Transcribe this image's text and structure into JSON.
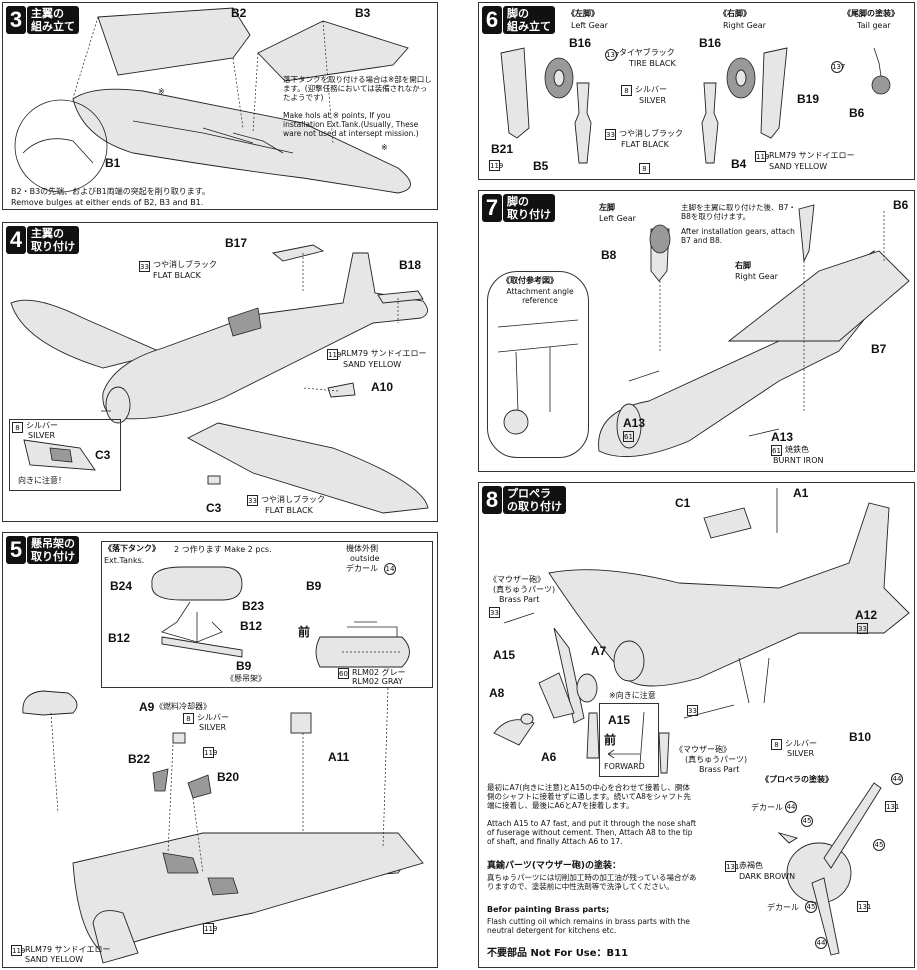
{
  "steps": {
    "s3": {
      "num": "3",
      "title": [
        "主翼の",
        "組み立て"
      ],
      "note_jp": "落下タンクを取り付ける場合は※部を開口します。(迎撃任務においては装備されなかったようです)",
      "note_en": "Make hols at ※ points, If you installation Ext.Tank.(Usually, These ware not used at intersept mission.)",
      "footer_jp": "B2・B3の先端、およびB1両端の突起を削り取ります。",
      "footer_en": "Remove bulges at either ends of B2, B3 and  B1.",
      "parts": {
        "b1": "B1",
        "b2": "B2",
        "b3": "B3"
      },
      "mark": "※"
    },
    "s4": {
      "num": "4",
      "title": [
        "主翼の",
        "取り付け"
      ],
      "parts": {
        "b17": "B17",
        "b18": "B18",
        "a10": "A10",
        "c3a": "C3",
        "c3b": "C3"
      },
      "paint1": {
        "code": "33",
        "jp": "つや消しブラック",
        "en": "FLAT BLACK"
      },
      "paint2": {
        "code": "119",
        "jp": "RLM79 サンドイエロー",
        "en": "SAND YELLOW"
      },
      "paint3": {
        "code": "33",
        "jp": "つや消しブラック",
        "en": "FLAT BLACK"
      },
      "inset": {
        "code": "8",
        "jp": "シルバー",
        "en": "SILVER",
        "note": "向きに注意！"
      }
    },
    "s5": {
      "num": "5",
      "title": [
        "懸吊架の",
        "取り付け"
      ],
      "tank_title": "《落下タンク》",
      "tank_count": "2 つ作ります Make 2 pcs.",
      "tank_en": "Ext.Tanks.",
      "parts": {
        "b24": "B24",
        "b23": "B23",
        "b12a": "B12",
        "b12b": "B12",
        "b9": "B9",
        "b9b": "B9",
        "a9": "A9",
        "a11": "A11",
        "b22": "B22",
        "b20": "B20",
        "front": "前"
      },
      "pylon_label": "《懸吊架》",
      "decal": {
        "jp1": "機体外側",
        "en1": "outside",
        "jp2": "デカール",
        "code": "14"
      },
      "gray": {
        "code": "60",
        "jp": "RLM02 グレー",
        "en": "RLM02 GRAY"
      },
      "a9_note": "《燃料冷却器》",
      "silver": {
        "code": "8",
        "jp": "シルバー",
        "en": "SILVER"
      },
      "sand": {
        "code": "119",
        "jp": "RLM79 サンドイエロー",
        "en": "SAND YELLOW"
      },
      "code119": "119"
    },
    "s6": {
      "num": "6",
      "title": [
        "脚の",
        "組み立て"
      ],
      "left": {
        "jp": "《左脚》",
        "en": "Left Gear"
      },
      "right": {
        "jp": "《右脚》",
        "en": "Right Gear"
      },
      "tail": {
        "jp": "《尾脚の塗装》",
        "en": "Tail gear"
      },
      "parts": {
        "b16a": "B16",
        "b16b": "B16",
        "b21": "B21",
        "b5": "B5",
        "b4": "B4",
        "b19": "B19",
        "b6": "B6"
      },
      "tire": {
        "code": "137",
        "jp": "タイヤブラック",
        "en": "TIRE BLACK"
      },
      "silver": {
        "code": "8",
        "jp": "シルバー",
        "en": "SILVER"
      },
      "flat": {
        "code": "33",
        "jp": "つや消しブラック",
        "en": "FLAT BLACK"
      },
      "sand": {
        "code": "119",
        "jp": "RLM79 サンドイエロー",
        "en": "SAND YELLOW"
      },
      "c119": "119",
      "c8a": "8",
      "c8b": "8",
      "c137": "137",
      "c33": "33"
    },
    "s7": {
      "num": "7",
      "title": [
        "脚の",
        "取り付け"
      ],
      "left": {
        "jp": "左脚",
        "en": "Left Gear"
      },
      "right": {
        "jp": "右脚",
        "en": "Right Gear"
      },
      "note_jp": "主脚を主翼に取り付けた後、B7・B8を取り付けます。",
      "note_en": "After installation gears, attach B7 and B8.",
      "ref": {
        "jp": "《取付参考図》",
        "en": "Attachment angle reference"
      },
      "parts": {
        "b8": "B8",
        "b7": "B7",
        "b6": "B6",
        "a13a": "A13",
        "a13b": "A13"
      },
      "burnt": {
        "code": "61",
        "jp": "焼鉄色",
        "en": "BURNT IRON"
      },
      "c61": "61"
    },
    "s8": {
      "num": "8",
      "title": [
        "プロペラ",
        "の取り付け"
      ],
      "parts": {
        "c1": "C1",
        "a1": "A1",
        "a12": "A12",
        "a7": "A7",
        "a15": "A15",
        "a8": "A8",
        "a6": "A6",
        "b10": "B10",
        "a15b": "A15"
      },
      "brass1": {
        "jp": "《マウザー砲》",
        "jp2": "(真ちゅうパーツ)",
        "en": "Brass Part",
        "code": "33"
      },
      "brass2": {
        "jp": "《マウザー砲》",
        "jp2": "(真ちゅうパーツ)",
        "en": "Brass Part",
        "code": "33"
      },
      "silver": {
        "code": "8",
        "jp": "シルバー",
        "en": "SILVER"
      },
      "caution": "※向きに注意",
      "front": "前",
      "forward": "FORWARD",
      "c33": "33",
      "assembly_jp": "最初にA7(向きに注意)とA15の中心を合わせて接着し、胴体側のシャフトに接着せずに通します。続いてA8をシャフト先端に接着し、最後にA6とA7を接着します。",
      "assembly_en": "Attach A15 to A7 fast, and put it through the nose shaft of fuserage without cement. Then, Attach A8 to the tip of shaft, and finally Attach A6 to 17.",
      "brass_title": "真鍮パーツ(マウザー砲)の塗装：",
      "brass_jp": "真ちゅうパーツには切削加工時の加工油が残っている場合がありますので、塗装前に中性洗剤等で洗浄してください。",
      "brass_en_title": "Befor painting Brass parts;",
      "brass_en": "Flash cutting oil which remains in brass parts with the neutral detergent for kitchens etc.",
      "unused": "不要部品 Not For Use：B11",
      "prop_title": "《プロペラの塗装》",
      "decal_lbl1": "デカール",
      "decal_lbl2": "デカール",
      "d44": "44",
      "d45": "45",
      "brown": {
        "code": "131",
        "jp": "赤褐色",
        "en": "DARK BROWN"
      },
      "c131": "131"
    }
  }
}
